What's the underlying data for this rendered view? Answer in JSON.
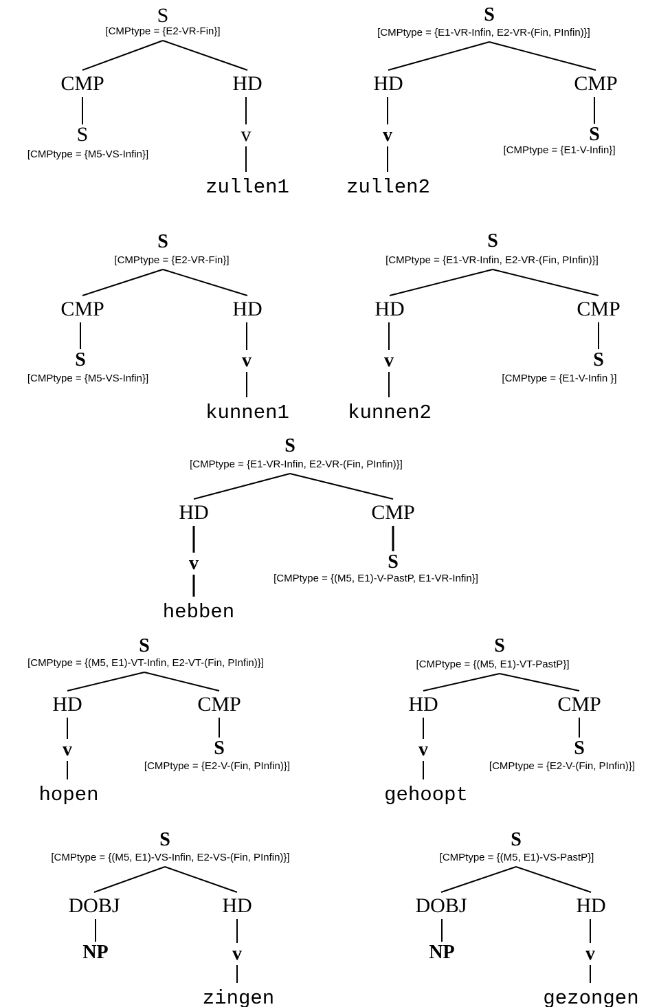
{
  "trees": [
    {
      "root": "S",
      "root_features": "[CMPtype = {E2-VR-Fin}]",
      "left": {
        "role": "CMP",
        "category": "S",
        "features": "[CMPtype = {M5-VS-Infin}]"
      },
      "right": {
        "role": "HD",
        "category": "v",
        "word": "zullen1"
      }
    },
    {
      "root": "S",
      "root_features": "[CMPtype = {E1-VR-Infin, E2-VR-(Fin, PInfin)}]",
      "left": {
        "role": "HD",
        "category": "v",
        "word": "zullen2"
      },
      "right": {
        "role": "CMP",
        "category": "S",
        "features": "[CMPtype = {E1-V-Infin}]"
      }
    },
    {
      "root": "S",
      "root_features": "[CMPtype = {E2-VR-Fin}]",
      "left": {
        "role": "CMP",
        "category": "S",
        "features": "[CMPtype = {M5-VS-Infin}]"
      },
      "right": {
        "role": "HD",
        "category": "v",
        "word": "kunnen1"
      }
    },
    {
      "root": "S",
      "root_features": "[CMPtype = {E1-VR-Infin, E2-VR-(Fin, PInfin)}]",
      "left": {
        "role": "HD",
        "category": "v",
        "word": "kunnen2"
      },
      "right": {
        "role": "CMP",
        "category": "S",
        "features": "[CMPtype = {E1-V-Infin }]"
      }
    },
    {
      "root": "S",
      "root_features": "[CMPtype = {E1-VR-Infin, E2-VR-(Fin, PInfin)}]",
      "left": {
        "role": "HD",
        "category": "v",
        "word": "hebben"
      },
      "right": {
        "role": "CMP",
        "category": "S",
        "features": "[CMPtype = {(M5, E1)-V-PastP, E1-VR-Infin}]"
      }
    },
    {
      "root": "S",
      "root_features": "[CMPtype = {(M5, E1)-VT-Infin, E2-VT-(Fin, PInfin)}]",
      "left": {
        "role": "HD",
        "category": "v",
        "word": "hopen"
      },
      "right": {
        "role": "CMP",
        "category": "S",
        "features": "[CMPtype = {E2-V-(Fin, PInfin)}]"
      }
    },
    {
      "root": "S",
      "root_features": "[CMPtype = {(M5, E1)-VT-PastP}]",
      "left": {
        "role": "HD",
        "category": "v",
        "word": "gehoopt"
      },
      "right": {
        "role": "CMP",
        "category": "S",
        "features": "[CMPtype = {E2-V-(Fin, PInfin)}]"
      }
    },
    {
      "root": "S",
      "root_features": "[CMPtype = {(M5, E1)-VS-Infin,  E2-VS-(Fin, PInfin)}]",
      "left": {
        "role": "DOBJ",
        "category": "NP"
      },
      "right": {
        "role": "HD",
        "category": "v",
        "word": "zingen"
      }
    },
    {
      "root": "S",
      "root_features": "[CMPtype = {(M5, E1)-VS-PastP}]",
      "left": {
        "role": "DOBJ",
        "category": "NP"
      },
      "right": {
        "role": "HD",
        "category": "v",
        "word": "gezongen"
      }
    }
  ]
}
